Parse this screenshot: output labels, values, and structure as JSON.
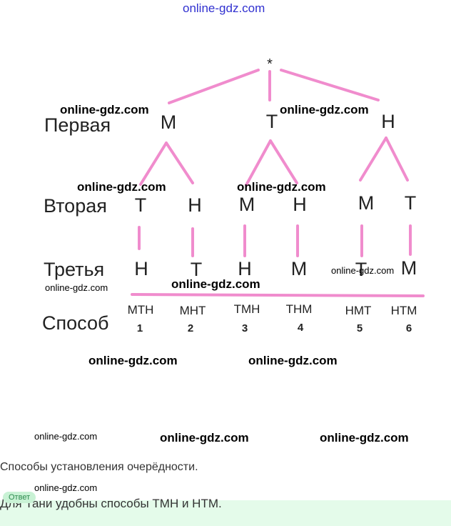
{
  "watermark": "online-gdz.com",
  "root_label": "*",
  "row_labels": [
    "Первая",
    "Вторая",
    "Третья",
    "Способ"
  ],
  "level1": [
    "М",
    "Т",
    "Н"
  ],
  "level2": [
    "Т",
    "Н",
    "М",
    "Н",
    "М",
    "Т"
  ],
  "level3": [
    "Н",
    "Т",
    "Н",
    "М",
    "Т",
    "М"
  ],
  "ways": [
    {
      "code": "МТН",
      "num": "1"
    },
    {
      "code": "МНТ",
      "num": "2"
    },
    {
      "code": "ТМН",
      "num": "3"
    },
    {
      "code": "ТНМ",
      "num": "4"
    },
    {
      "code": "НМТ",
      "num": "5"
    },
    {
      "code": "НТМ",
      "num": "6"
    }
  ],
  "caption": "Способы установления очерёдности.",
  "answer_badge": "Ответ",
  "answer_text": "Для Тани удобны способы ТМН и НТМ.",
  "colors": {
    "edge": "#f08ccd",
    "text": "#222222"
  }
}
